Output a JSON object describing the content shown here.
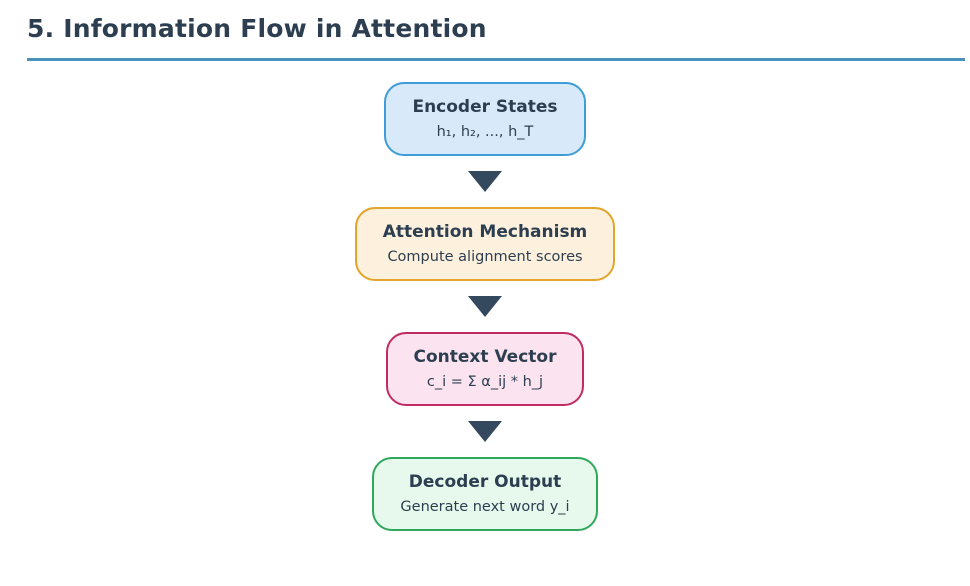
{
  "page": {
    "title": "5. Information Flow in Attention"
  },
  "colors": {
    "heading_text": "#2c3e50",
    "body_text": "#2c3e50",
    "divider": "#4a92be",
    "arrow": "#34495e"
  },
  "flow": {
    "connector_icon": "down-arrow",
    "nodes": [
      {
        "id": "encoder-states",
        "title": "Encoder States",
        "subtitle": "h₁, h₂, ..., h_T",
        "bg": "#d8eafa",
        "border": "#3e9cd6"
      },
      {
        "id": "attention-mechanism",
        "title": "Attention Mechanism",
        "subtitle": "Compute alignment scores",
        "bg": "#fdf1de",
        "border": "#e3a42c"
      },
      {
        "id": "context-vector",
        "title": "Context Vector",
        "subtitle": "c_i = Σ α_ij * h_j",
        "bg": "#fbe4ef",
        "border": "#c02b63"
      },
      {
        "id": "decoder-output",
        "title": "Decoder Output",
        "subtitle": "Generate next word y_i",
        "bg": "#e6f9ec",
        "border": "#30a85c"
      }
    ]
  }
}
